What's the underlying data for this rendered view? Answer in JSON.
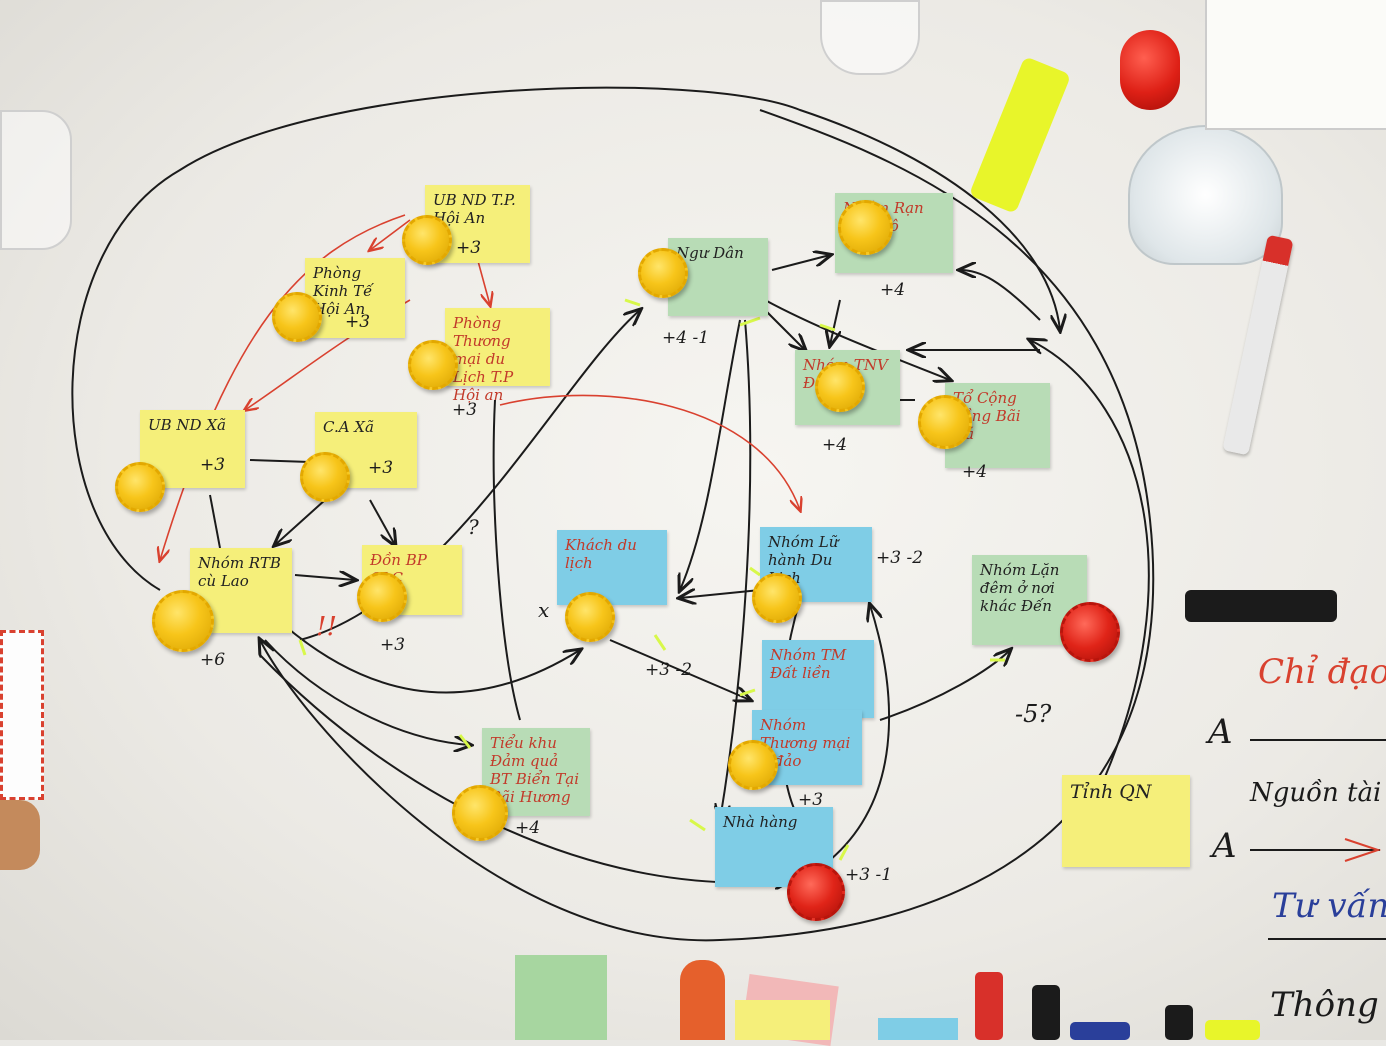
{
  "notes": {
    "ubnd_tp": {
      "text": "UB ND T.P. Hội An",
      "score": "+3"
    },
    "phong_kinh_te": {
      "text": "Phòng Kinh Tế Hội An",
      "score": "+3"
    },
    "phong_thuong_mai": {
      "text": "Phòng Thương mại du Lịch T.P Hội an",
      "score": "+3"
    },
    "ubnd_xa": {
      "text": "UB ND Xã",
      "score": "+3"
    },
    "ca_xa": {
      "text": "C.A Xã",
      "score": "+3"
    },
    "don_bp": {
      "text": "Đồn BP CLC",
      "score": "+3"
    },
    "nhom_rtb": {
      "text": "Nhóm RTB cù Lao",
      "score": "+6"
    },
    "ngu_dan": {
      "text": "Ngư Dân",
      "score": "+4 -1"
    },
    "nhom_ran_san_ho": {
      "text": "Nhóm Rạn San Hô",
      "score": "+4"
    },
    "nhom_tnv": {
      "text": "Nhóm TNV Đảo",
      "score": "+4"
    },
    "to_cong_dong": {
      "text": "Tổ Cộng đồng Bãi Đá",
      "score": "+4"
    },
    "khach_du_lich": {
      "text": "Khách du lịch",
      "score": "+3 -2"
    },
    "nhom_lu_hanh": {
      "text": "Nhóm Lữ hành Du Lịch",
      "score": "+3 -2"
    },
    "nhom_lan_dem": {
      "text": "Nhóm Lặn đêm ở nơi khác Đến",
      "score": "-5?"
    },
    "nhom_tm_dat_lien": {
      "text": "Nhóm TM Đất liền",
      "score": ""
    },
    "nhom_thuong_dao": {
      "text": "Nhóm Thương mại ở đảo",
      "score": "+3"
    },
    "nha_hang": {
      "text": "Nhà hàng",
      "score": "+3 -1"
    },
    "tieu_khu": {
      "text": "Tiểu khu Đảm quả BT Biển Tại Bãi Hương",
      "score": "+4"
    },
    "tinh_qn": {
      "text": "Tỉnh QN",
      "score": ""
    }
  },
  "legend": {
    "chi_dao": "Chỉ đạo",
    "a1": "A",
    "nguon_tai": "Nguồn tài",
    "a2": "A",
    "tu_van": "Tư vấn",
    "thong": "Thông"
  },
  "marks": {
    "mark1": "!!",
    "mark2": "?",
    "mark3": "x"
  },
  "colors": {
    "sticky_yellow": "#f5ef7a",
    "sticky_green": "#b8dcb6",
    "sticky_blue": "#7fcde6",
    "ink_red": "#d9412f",
    "ink_blue": "#2a3f9a",
    "ink_black": "#1b1b1b",
    "arrow_highlight": "#d8f84a"
  }
}
